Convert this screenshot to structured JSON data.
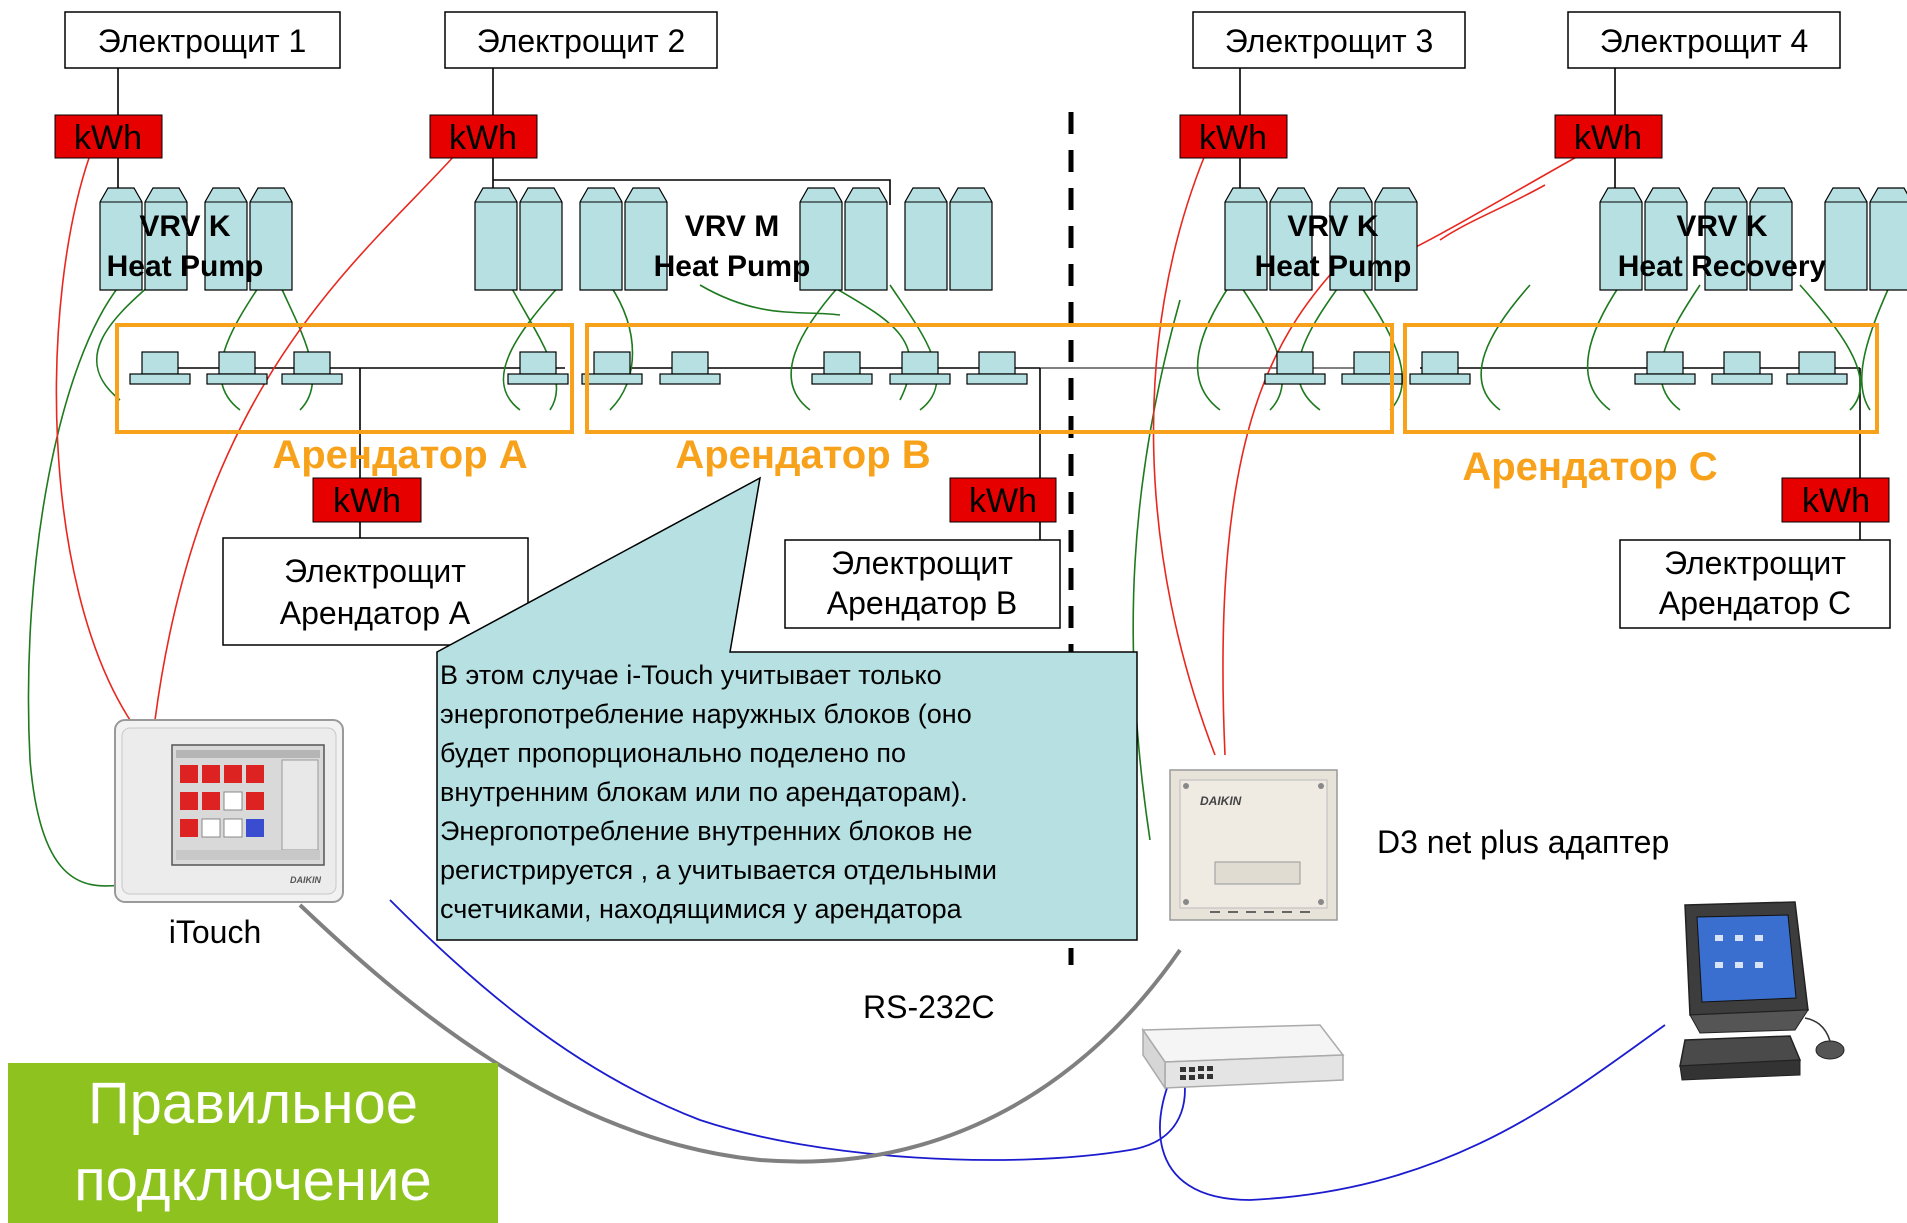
{
  "panels": {
    "p1": "Электрощит 1",
    "p2": "Электрощит 2",
    "p3": "Электрощит 3",
    "p4": "Электрощит 4"
  },
  "kwh_label": "kWh",
  "outdoor_units": {
    "k1": [
      "VRV K",
      "Heat Pump"
    ],
    "m": [
      "VRV M",
      "Heat Pump"
    ],
    "k2": [
      "VRV K",
      "Heat Pump"
    ],
    "k3": [
      "VRV K",
      "Heat Recovery"
    ]
  },
  "tenants": {
    "a": "Арендатор A",
    "b": "Арендатор B",
    "c": "Арендатор C"
  },
  "tenant_panels": {
    "a": [
      "Электрощит",
      "Арендатор A"
    ],
    "b": [
      "Электрощит",
      "Арендатор B"
    ],
    "c": [
      "Электрощит",
      "Арендатор C"
    ]
  },
  "callout_lines": [
    "В этом случае i-Touch учитывает только",
    "энергопотребление наружных блоков (оно",
    "будет пропорционально поделено по",
    "внутренним блокам или по арендаторам).",
    "Энергопотребление внутренних блоков не",
    "регистрируется , а учитывается отдельными",
    "счетчиками, находящимися у арендатора"
  ],
  "itouch_label": "iTouch",
  "adapter_label": "D3 net plus адаптер",
  "rs232_label": "RS-232C",
  "brand": "DAIKIN",
  "green_box_lines": [
    "Правильное",
    "подключение"
  ],
  "colors": {
    "kwh_red": "#e60000",
    "tenant_orange": "#f7a21a",
    "unit_cyan": "#b7e0e2",
    "green_box": "#8dc21f"
  }
}
